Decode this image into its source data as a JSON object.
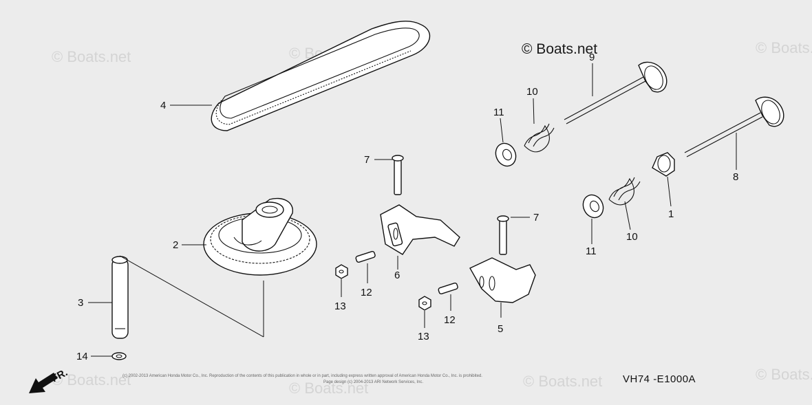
{
  "watermark_text": "© Boats.net",
  "watermark_main": "© Boats.net",
  "diagram_code": "VH74 -E1000A",
  "copyright_line1": "(c) 2002-2013 American Honda Motor Co., Inc. Reproduction of the contents of this publication in whole or in part, including express written approval of American Honda Motor Co., Inc. is prohibited.",
  "copyright_line2": "Page design (c) 2004-2013 ARI Network Services, Inc.",
  "front_label": "FR.",
  "callouts": {
    "p1": "1",
    "p2": "2",
    "p3": "3",
    "p4": "4",
    "p5": "5",
    "p6": "6",
    "p7a": "7",
    "p7b": "7",
    "p8": "8",
    "p9": "9",
    "p10a": "10",
    "p10b": "10",
    "p11a": "11",
    "p11b": "11",
    "p12a": "12",
    "p12b": "12",
    "p13a": "13",
    "p13b": "13",
    "p14": "14"
  },
  "colors": {
    "background": "#ececec",
    "line": "#111111",
    "watermark": "#d4d4d4"
  }
}
